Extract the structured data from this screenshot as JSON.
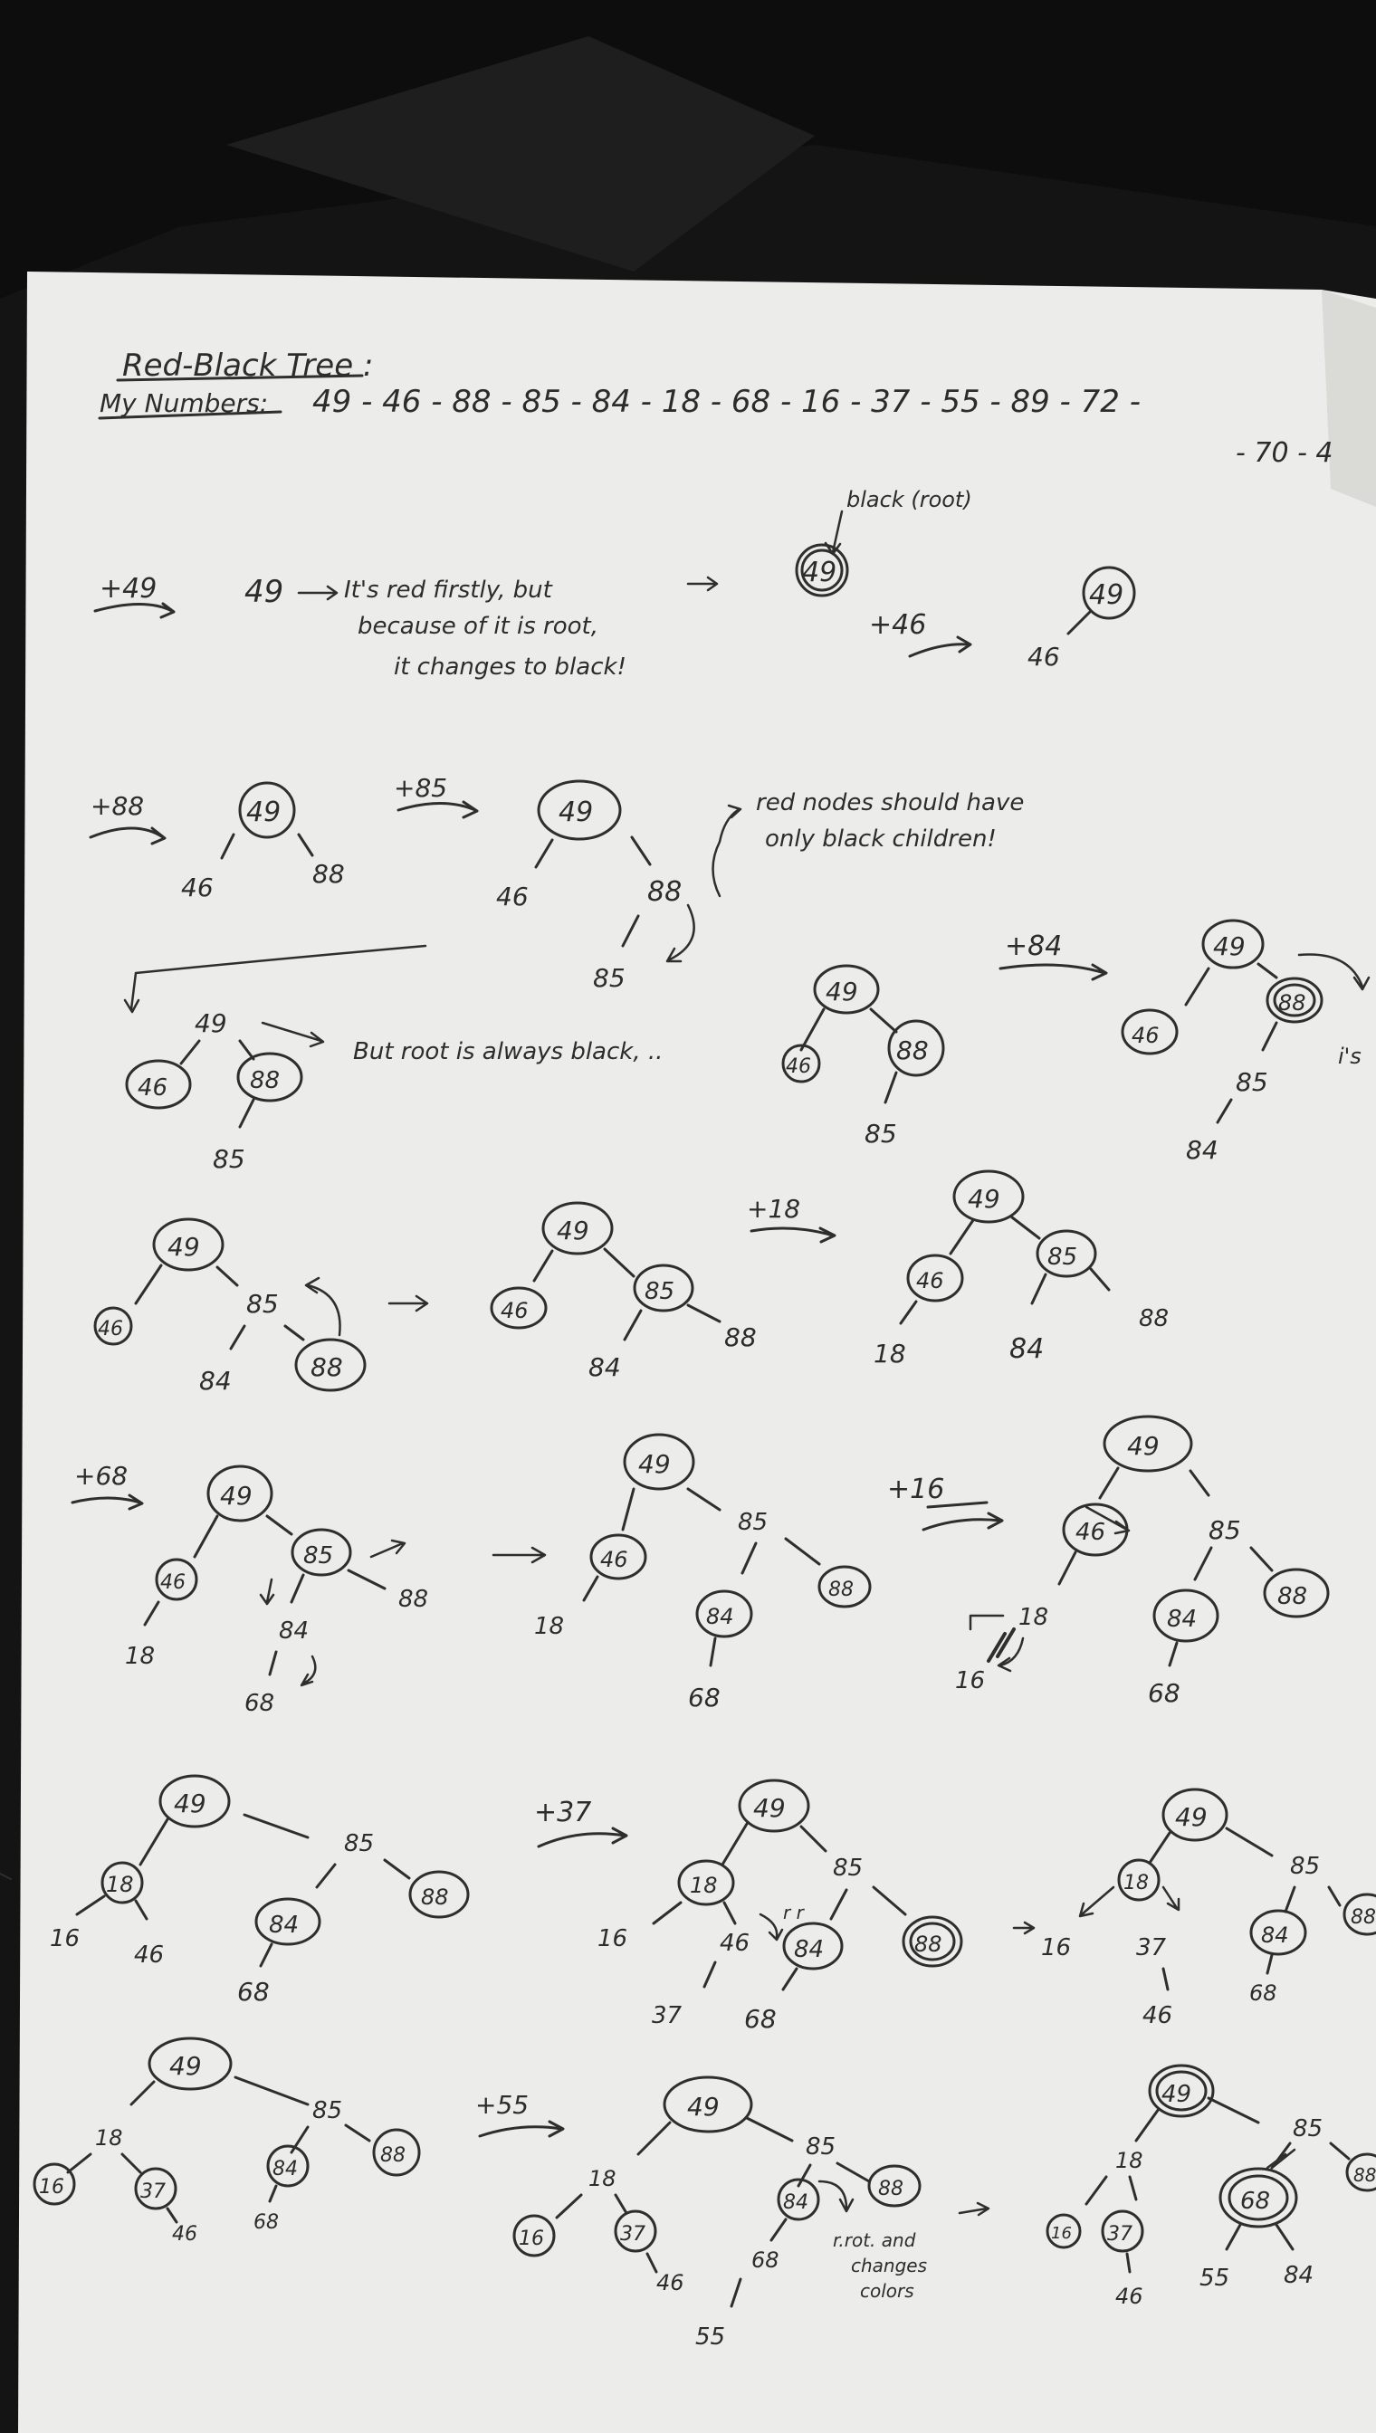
{
  "title": "Red-Black Tree :",
  "numbers_label": "My Numbers:",
  "numbers_line1": "49 - 46 - 88 - 85 - 84 - 18 - 68 - 16 - 37 - 55 - 89 - 72 -",
  "numbers_line2": "- 70 - 4",
  "colors": {
    "paper": "#ececea",
    "ink": "#2e2e2e",
    "background": "#141414"
  },
  "notes": {
    "red_first_1": "It's red firstly, but",
    "red_first_2": "because of it is root,",
    "red_first_3": "it changes to black!",
    "black_root": "black (root)",
    "red_nodes_1": "red nodes should have",
    "red_nodes_2": "only black children!",
    "root_black": "But root is always black, ..",
    "rotate_1": "r.rot. and",
    "rotate_2": "changes",
    "rotate_3": "colors",
    "cut_note": "i's"
  },
  "steps": {
    "add49": "+49",
    "add46": "+46",
    "add88": "+88",
    "add85": "+85",
    "add84": "+84",
    "add18": "+18",
    "add68": "+68",
    "add16": "+16",
    "add37": "+37",
    "add55": "+55"
  },
  "keys": {
    "k49": "49",
    "k46": "46",
    "k88": "88",
    "k85": "85",
    "k84": "84",
    "k18": "18",
    "k68": "68",
    "k16": "16",
    "k37": "37",
    "k55": "55"
  }
}
